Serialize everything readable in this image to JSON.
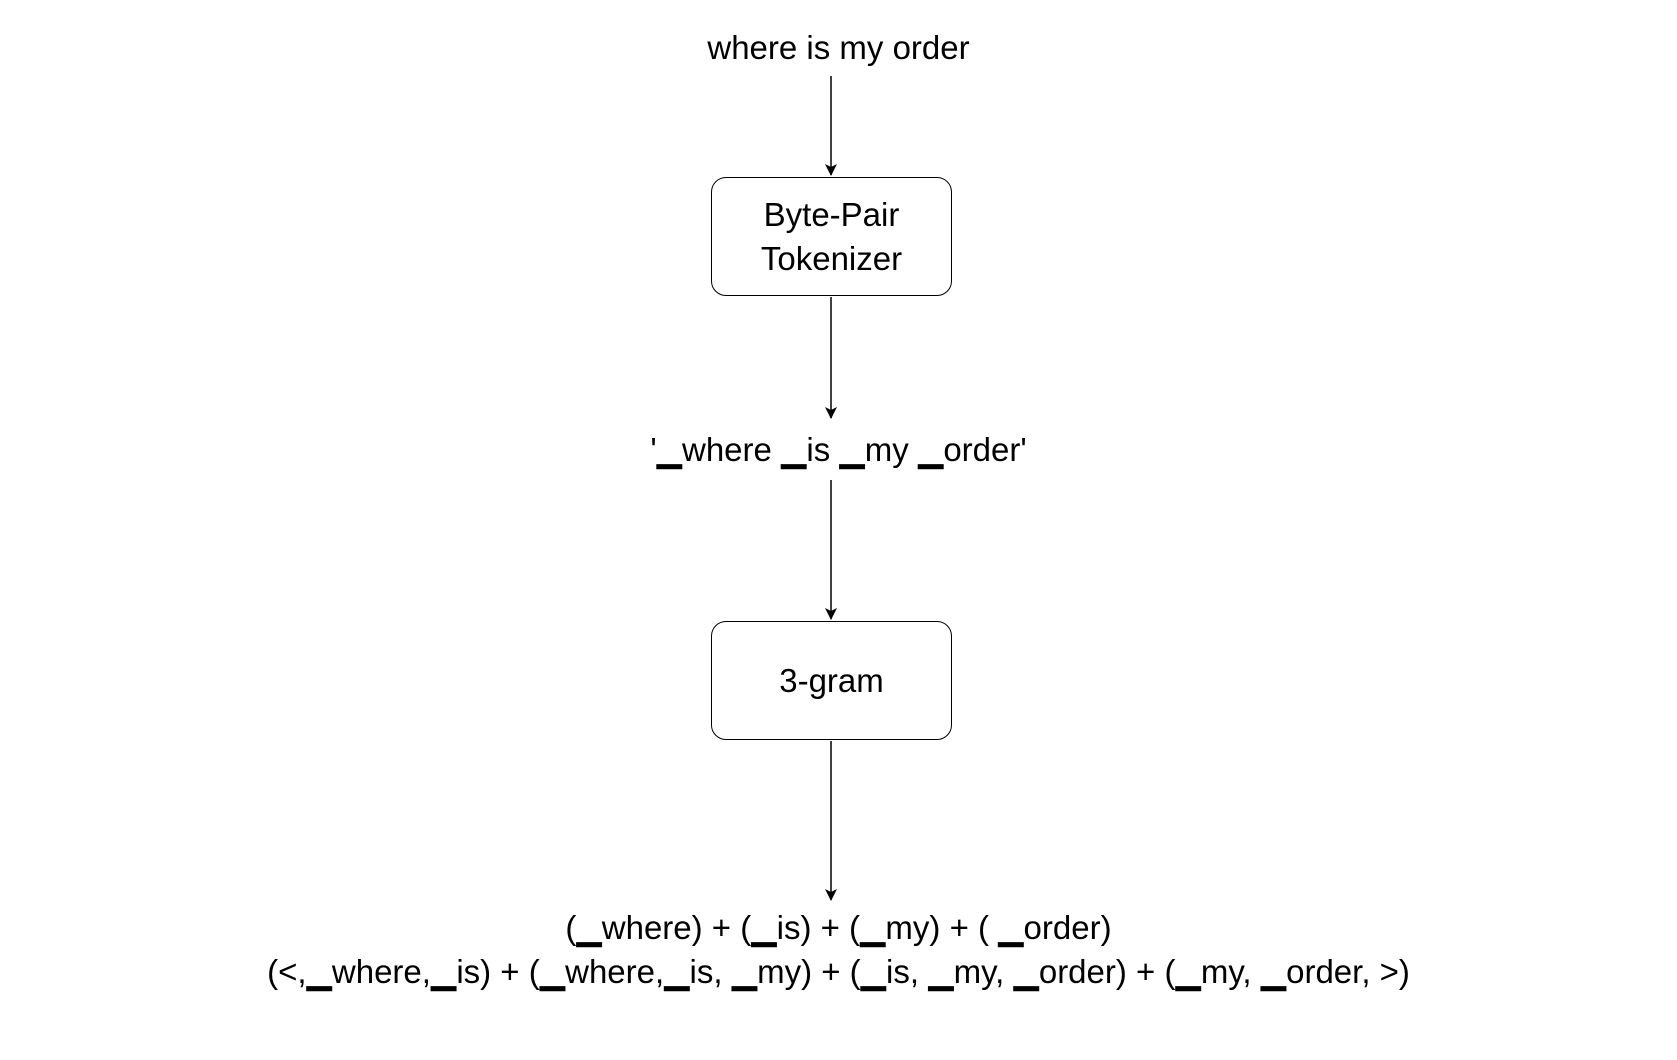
{
  "input_text": "where is my order",
  "tokenizer_node": {
    "line1": "Byte-Pair",
    "line2": "Tokenizer"
  },
  "tokens_text": "'▁where ▁is ▁my ▁order'",
  "ngram_node": {
    "label": "3-gram"
  },
  "output": {
    "unigrams": "(▁where) + (▁is) + (▁my) + ( ▁order)",
    "trigrams": "(<,▁where,▁is) + (▁where,▁is, ▁my) + (▁is, ▁my, ▁order) + (▁my, ▁order, >)"
  },
  "colors": {
    "stroke": "#000000",
    "background": "#ffffff"
  }
}
